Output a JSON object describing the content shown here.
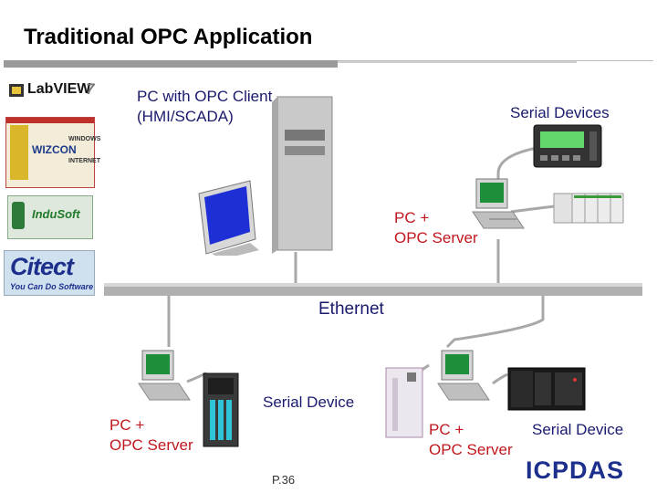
{
  "title": "Traditional OPC Application",
  "labels": {
    "pc_client_line1": "PC with OPC Client",
    "pc_client_line2": "(HMI/SCADA)",
    "serial_devices": "Serial Devices",
    "opc_server_top_line1": "PC +",
    "opc_server_top_line2": "OPC Server",
    "ethernet": "Ethernet",
    "serial_device_left": "Serial Device",
    "opc_server_left_line1": "PC +",
    "opc_server_left_line2": "OPC Server",
    "opc_server_right_line1": "PC +",
    "opc_server_right_line2": "OPC Server",
    "serial_device_right": "Serial Device"
  },
  "software_logos": {
    "labview": "LabVIEW",
    "labview_version": "7",
    "wizcon": "WIZCON",
    "wizcon_windows": "WINDOWS",
    "wizcon_internet": "INTERNET",
    "indusoft": "InduSoft",
    "citect": "Citect",
    "citect_tagline": "You Can Do Software"
  },
  "brand": "ICPDAS",
  "page_number": "P.36",
  "colors": {
    "label_blue": "#1a1a6e",
    "label_red": "#c0181d",
    "bus_gray": "#a8a8a8",
    "rule_gray": "#9a9a9a"
  }
}
